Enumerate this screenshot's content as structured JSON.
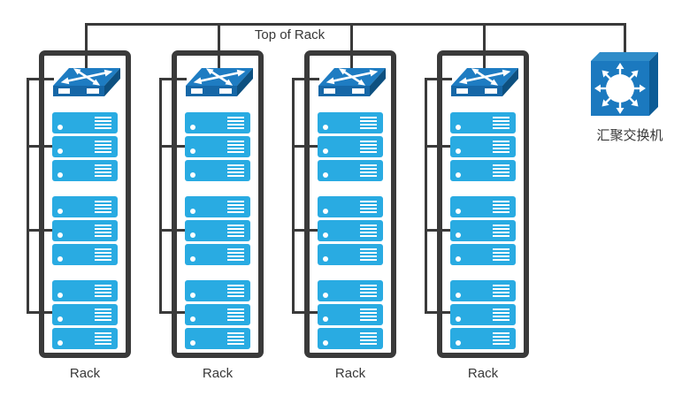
{
  "diagram": {
    "top_link_label": "Top of Rack",
    "racks": [
      {
        "label": "Rack",
        "switch_icon": "tor-switch-icon",
        "server_groups": 3,
        "servers_per_group": 3,
        "server_count": 9
      },
      {
        "label": "Rack",
        "switch_icon": "tor-switch-icon",
        "server_groups": 3,
        "servers_per_group": 3,
        "server_count": 9
      },
      {
        "label": "Rack",
        "switch_icon": "tor-switch-icon",
        "server_groups": 3,
        "servers_per_group": 3,
        "server_count": 9
      },
      {
        "label": "Rack",
        "switch_icon": "tor-switch-icon",
        "server_groups": 3,
        "servers_per_group": 3,
        "server_count": 9
      }
    ],
    "aggregation_switch": {
      "label": "汇聚交换机",
      "icon": "aggregation-switch-icon"
    },
    "colors": {
      "connector_line": "#3a3a3a",
      "rack_border": "#3a3a3a",
      "server_fill": "#29abe2",
      "switch_top_fill": "#1e7cc2",
      "switch_front_fill": "#1667a7",
      "switch_side_fill": "#0d5080",
      "cube_top_fill": "#2f8cc9",
      "cube_front_fill": "#1b79bf",
      "cube_side_fill": "#0d5c96",
      "label_text": "#383838"
    }
  }
}
